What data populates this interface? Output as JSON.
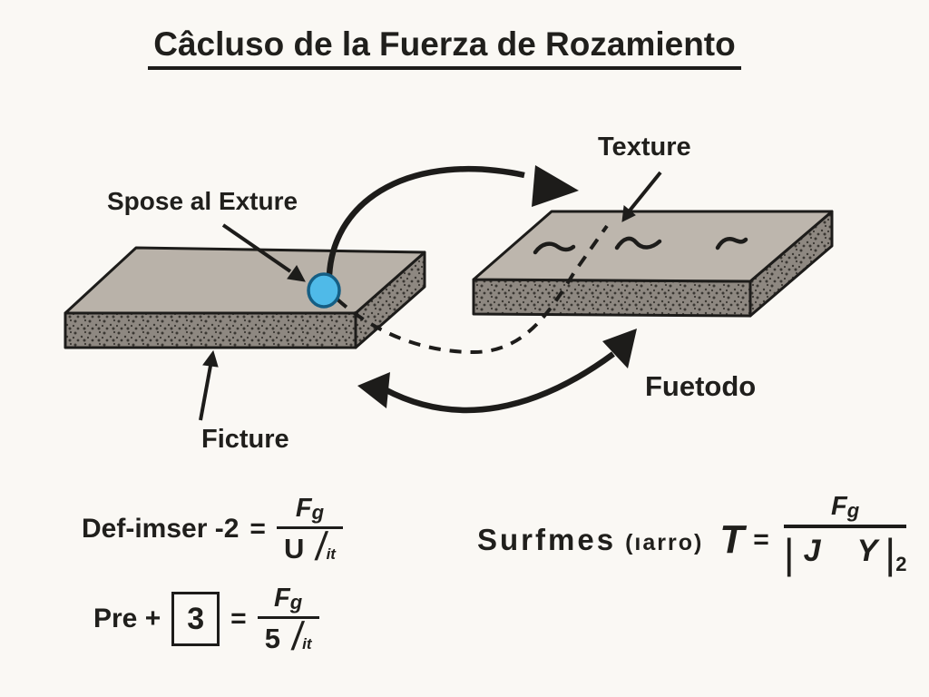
{
  "title": {
    "text": "Câcluso de la Fuerza de Rozamiento"
  },
  "labels": {
    "top_surface_point": "Spose al Exture",
    "texture": "Texture",
    "bottom_surface": "Ficture",
    "force": "Fuetodo"
  },
  "formulas": {
    "f1": {
      "lhs": "Def-imser -2",
      "eq": "=",
      "num_main": "F",
      "num_sub": "g",
      "den_main": "U",
      "den_slash": "/",
      "den_sub": "it"
    },
    "f2": {
      "lhs": "Pre +",
      "boxed": "3",
      "eq": "=",
      "num_main": "F",
      "num_sub": "g",
      "den_main": "5",
      "den_slash": "/",
      "den_sub": "it"
    },
    "f3": {
      "label": "Surfmes",
      "paren": "(ıarro)",
      "var": "T",
      "eq": "=",
      "num_main": "F",
      "num_sub": "g",
      "bar_left": "|",
      "den_a": "J",
      "den_b": "Y",
      "bar_right": "|",
      "sub": "2"
    }
  },
  "colors": {
    "background": "#faf8f4",
    "ink": "#1d1c1a",
    "slab_top_left": "#b9b2a9",
    "slab_top_right": "#bdb6ad",
    "slab_side": "#8e8881",
    "speckle": "#3b3833",
    "dot_fill": "#4fbae8",
    "dot_stroke": "#155e84"
  }
}
